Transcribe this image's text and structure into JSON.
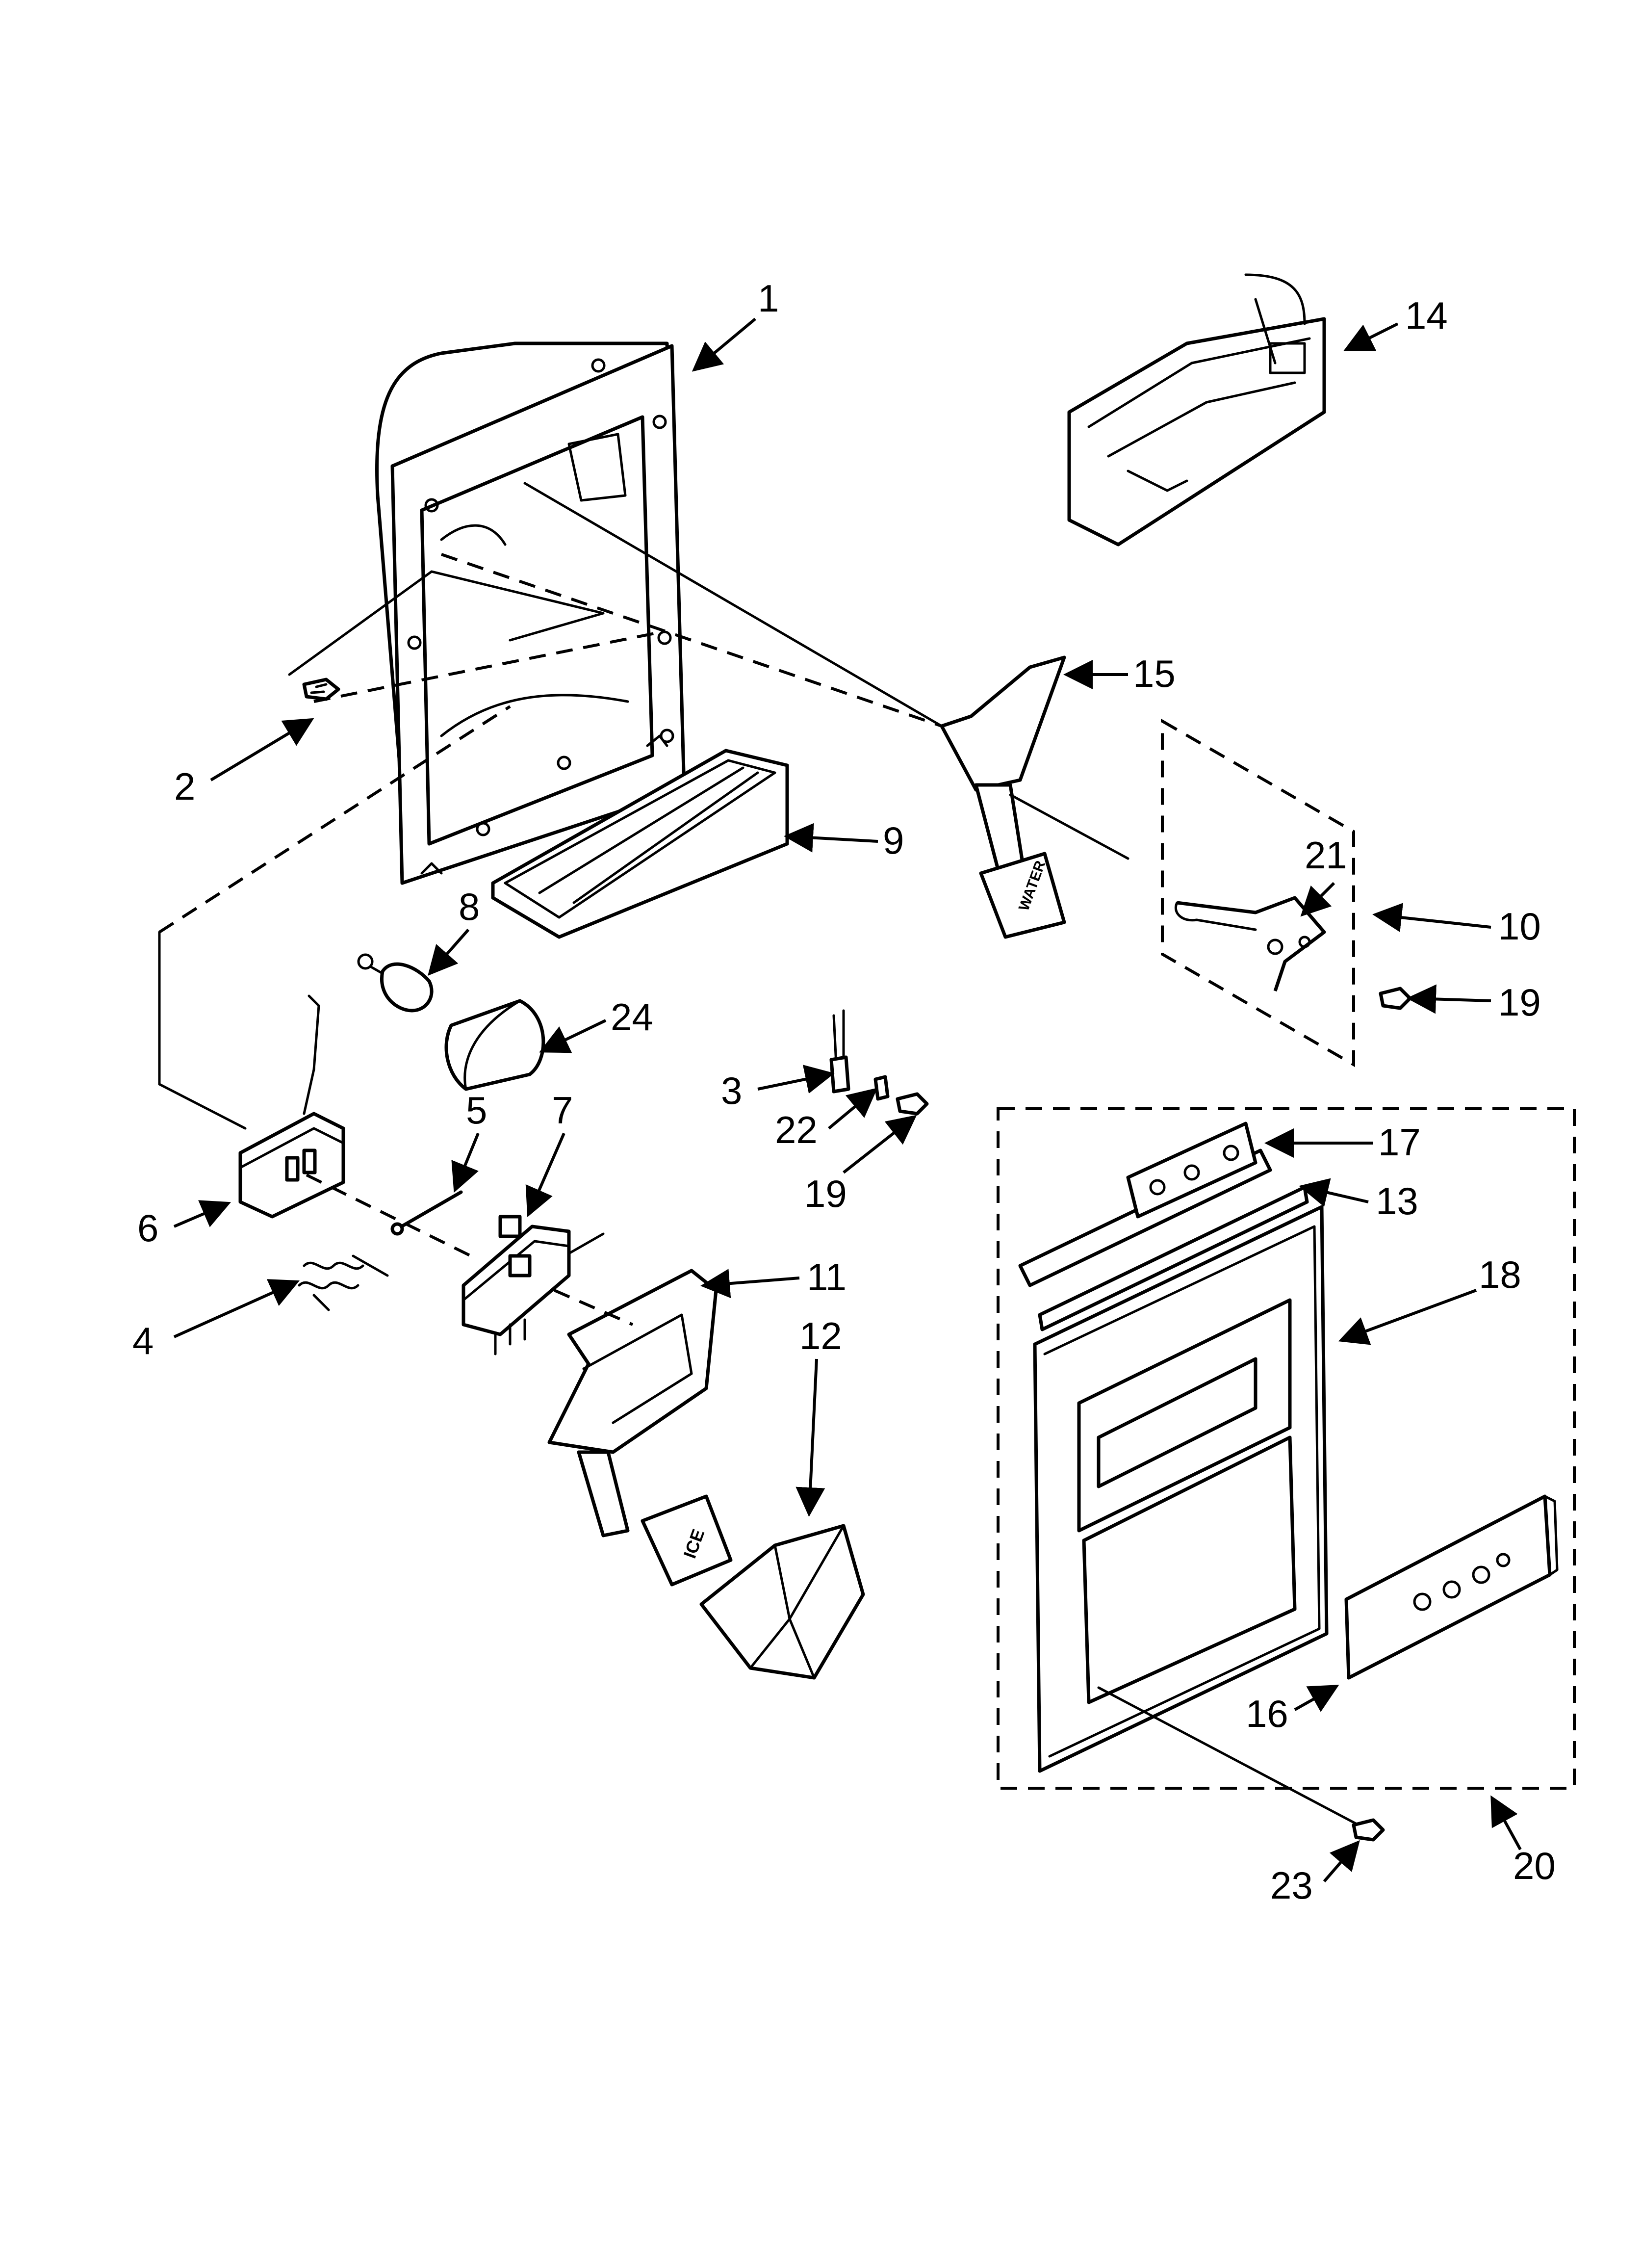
{
  "callouts": {
    "c1": "1",
    "c2": "2",
    "c3": "3",
    "c4": "4",
    "c5": "5",
    "c6": "6",
    "c7": "7",
    "c8": "8",
    "c9": "9",
    "c10": "10",
    "c11": "11",
    "c12": "12",
    "c13": "13",
    "c14": "14",
    "c15": "15",
    "c16": "16",
    "c17": "17",
    "c18": "18",
    "c19a": "19",
    "c19b": "19",
    "c20": "20",
    "c21": "21",
    "c22": "22",
    "c23": "23",
    "c24": "24"
  },
  "part_text": {
    "water_pad": "WATER",
    "ice_pad": "ICE"
  }
}
